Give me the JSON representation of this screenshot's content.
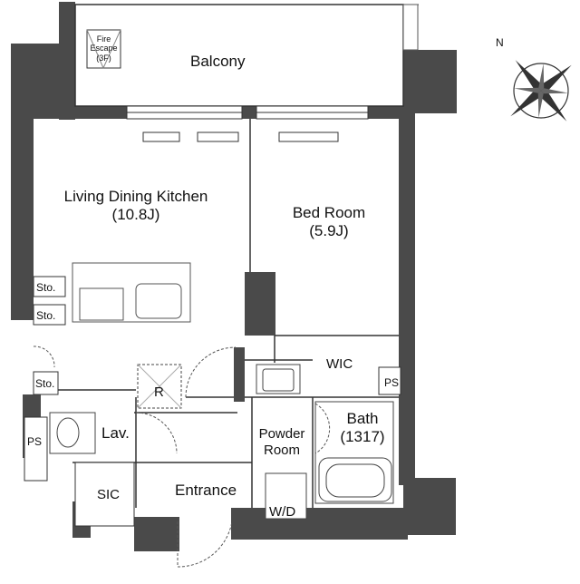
{
  "rooms": {
    "balcony": "Balcony",
    "ldk_name": "Living Dining Kitchen",
    "ldk_size": "(10.8J)",
    "bed_name": "Bed Room",
    "bed_size": "(5.9J)",
    "wic": "WIC",
    "bath_name": "Bath",
    "bath_size": "(1317)",
    "powder_line1": "Powder",
    "powder_line2": "Room",
    "lav": "Lav.",
    "entrance": "Entrance",
    "sic": "SIC",
    "wd": "W/D",
    "refrigerator": "R"
  },
  "storage": {
    "sto_1": "Sto.",
    "sto_2": "Sto.",
    "sto_3": "Sto.",
    "ps_left": "PS",
    "ps_right": "PS"
  },
  "fire_escape": {
    "line1": "Fire",
    "line2": "Escape",
    "line3": "(3F)"
  },
  "compass": {
    "north": "N"
  }
}
